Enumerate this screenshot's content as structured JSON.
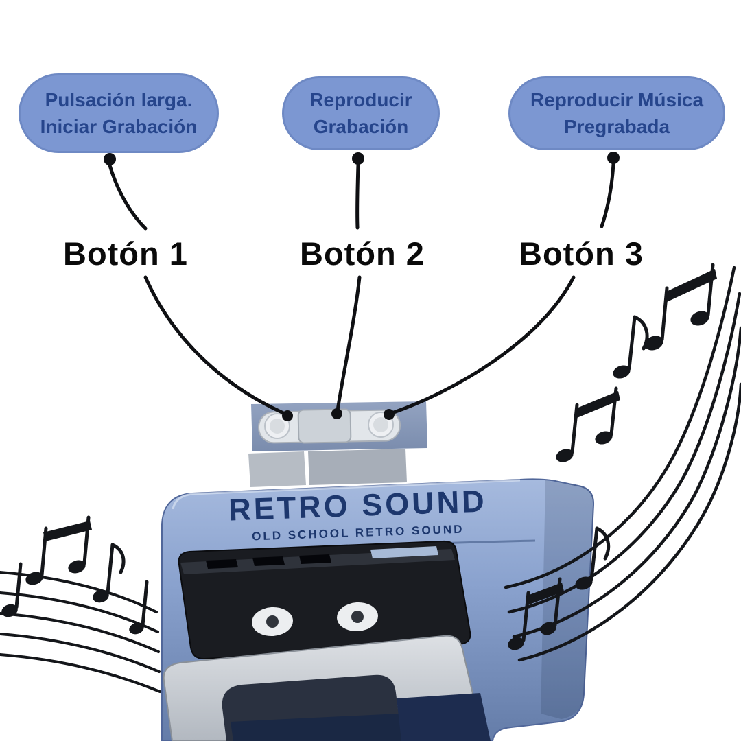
{
  "callouts": {
    "pills": [
      {
        "line1": "Pulsación larga.",
        "line2": "Iniciar Grabación"
      },
      {
        "line1": "Reproducir",
        "line2": "Grabación"
      },
      {
        "line1": "Reproducir Música",
        "line2": "Pregrabada"
      }
    ],
    "button_labels": [
      {
        "label": "Botón 1"
      },
      {
        "label": "Botón 2"
      },
      {
        "label": "Botón 3"
      }
    ]
  },
  "device": {
    "brand": "RETRO SOUND",
    "tagline": "OLD SCHOOL RETRO SOUND"
  },
  "decorations": {
    "left": "music-notes",
    "right": "music-notes"
  },
  "colors": {
    "pill_bg": "#7c97d2",
    "pill_border": "#6e89c4",
    "pill_text": "#26458c",
    "label_text": "#0a0a0a",
    "device_blue": "#8aa2ce",
    "brand_text": "#1d376d",
    "cassette_black": "#1a1c21",
    "silver": "#c8cdd3",
    "navy_shadow": "#1d2c4f"
  }
}
